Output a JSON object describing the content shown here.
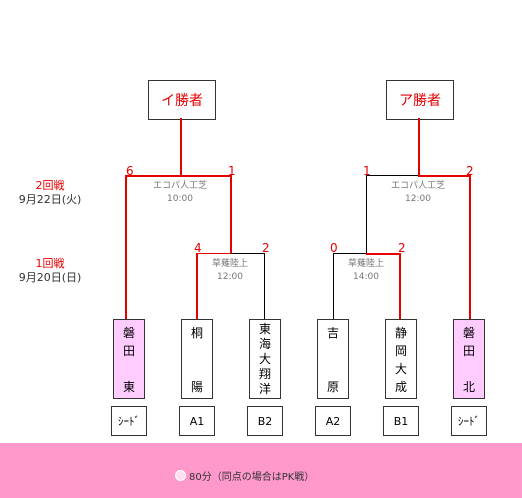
{
  "winners": {
    "left": "イ勝者",
    "right": "ア勝者"
  },
  "rounds": {
    "round2": {
      "label": "2回戦",
      "date": "9月22日(火)"
    },
    "round1": {
      "label": "1回戦",
      "date": "9月20日(日)"
    }
  },
  "venues": {
    "round2_left": {
      "name": "エコパ人工芝",
      "time": "10:00"
    },
    "round2_right": {
      "name": "エコパ人工芝",
      "time": "12:00"
    },
    "round1_left": {
      "name": "草薙陸上",
      "time": "12:00"
    },
    "round1_right": {
      "name": "草薙陸上",
      "time": "14:00"
    }
  },
  "scores": {
    "r2_left_a": "6",
    "r2_left_b": "1",
    "r2_right_a": "1",
    "r2_right_b": "2",
    "r1_left_a": "4",
    "r1_left_b": "2",
    "r1_right_a": "0",
    "r1_right_b": "2"
  },
  "teams": [
    {
      "chars": [
        "磐",
        "田",
        "",
        "東"
      ],
      "code": "ｼｰﾄﾞ",
      "seed": true
    },
    {
      "chars": [
        "桐",
        "",
        "",
        "陽"
      ],
      "code": "A1",
      "seed": false
    },
    {
      "chars": [
        "東",
        "海",
        "大",
        "翔",
        "洋"
      ],
      "code": "B2",
      "seed": false
    },
    {
      "chars": [
        "吉",
        "",
        "",
        "原"
      ],
      "code": "A2",
      "seed": false
    },
    {
      "chars": [
        "静",
        "岡",
        "大",
        "成"
      ],
      "code": "B1",
      "seed": false
    },
    {
      "chars": [
        "磐",
        "田",
        "",
        "北"
      ],
      "code": "ｼｰﾄﾞ",
      "seed": true
    }
  ],
  "footer": {
    "note": "80分（同点の場合はPK戦）",
    "accent": "#ff99cc"
  }
}
